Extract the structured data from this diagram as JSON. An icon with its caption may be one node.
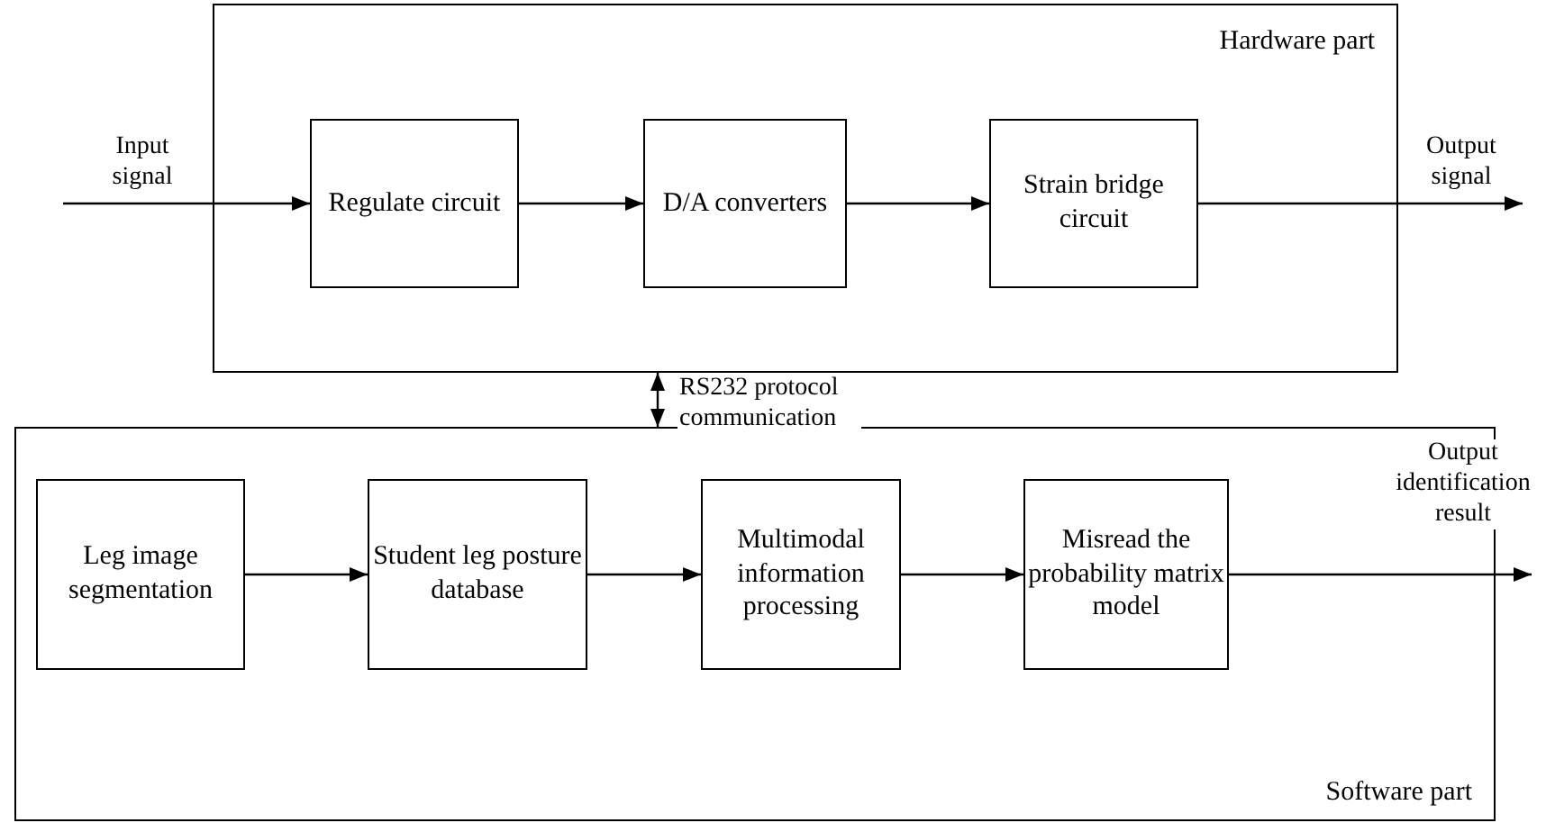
{
  "diagram": {
    "nodes": [
      {
        "text": [
          "Hardware part"
        ]
      },
      {
        "text": [
          "Regulate circuit"
        ],
        "in": 0
      },
      {
        "text": [
          "D/A converters"
        ],
        "in": 0
      },
      {
        "text": [
          "Strain bridge circuit"
        ],
        "in": 0
      },
      {
        "text": [
          "Software part"
        ]
      },
      {
        "text": [
          "Leg image segmentation"
        ],
        "in": 4
      },
      {
        "text": [
          "Student leg posture database"
        ],
        "in": 4
      },
      {
        "text": [
          "Multimodal information processing"
        ],
        "in": 4
      },
      {
        "text": [
          "Misread the probability matrix model"
        ],
        "in": 4
      }
    ],
    "edges": [
      {
        "from": null,
        "to": 1,
        "arrow": "to",
        "label": "Input signal"
      },
      {
        "from": 1,
        "to": 2,
        "arrow": "to"
      },
      {
        "from": 2,
        "to": 3,
        "arrow": "to"
      },
      {
        "from": 3,
        "to": null,
        "arrow": "to",
        "label": "Output signal"
      },
      {
        "from": 0,
        "to": 4,
        "arrow": "both",
        "label": "RS232 protocol communication"
      },
      {
        "from": 5,
        "to": 6,
        "arrow": "to"
      },
      {
        "from": 6,
        "to": 7,
        "arrow": "to"
      },
      {
        "from": 7,
        "to": 8,
        "arrow": "to"
      },
      {
        "from": 8,
        "to": null,
        "arrow": "to",
        "label": "Output identification result"
      }
    ]
  }
}
